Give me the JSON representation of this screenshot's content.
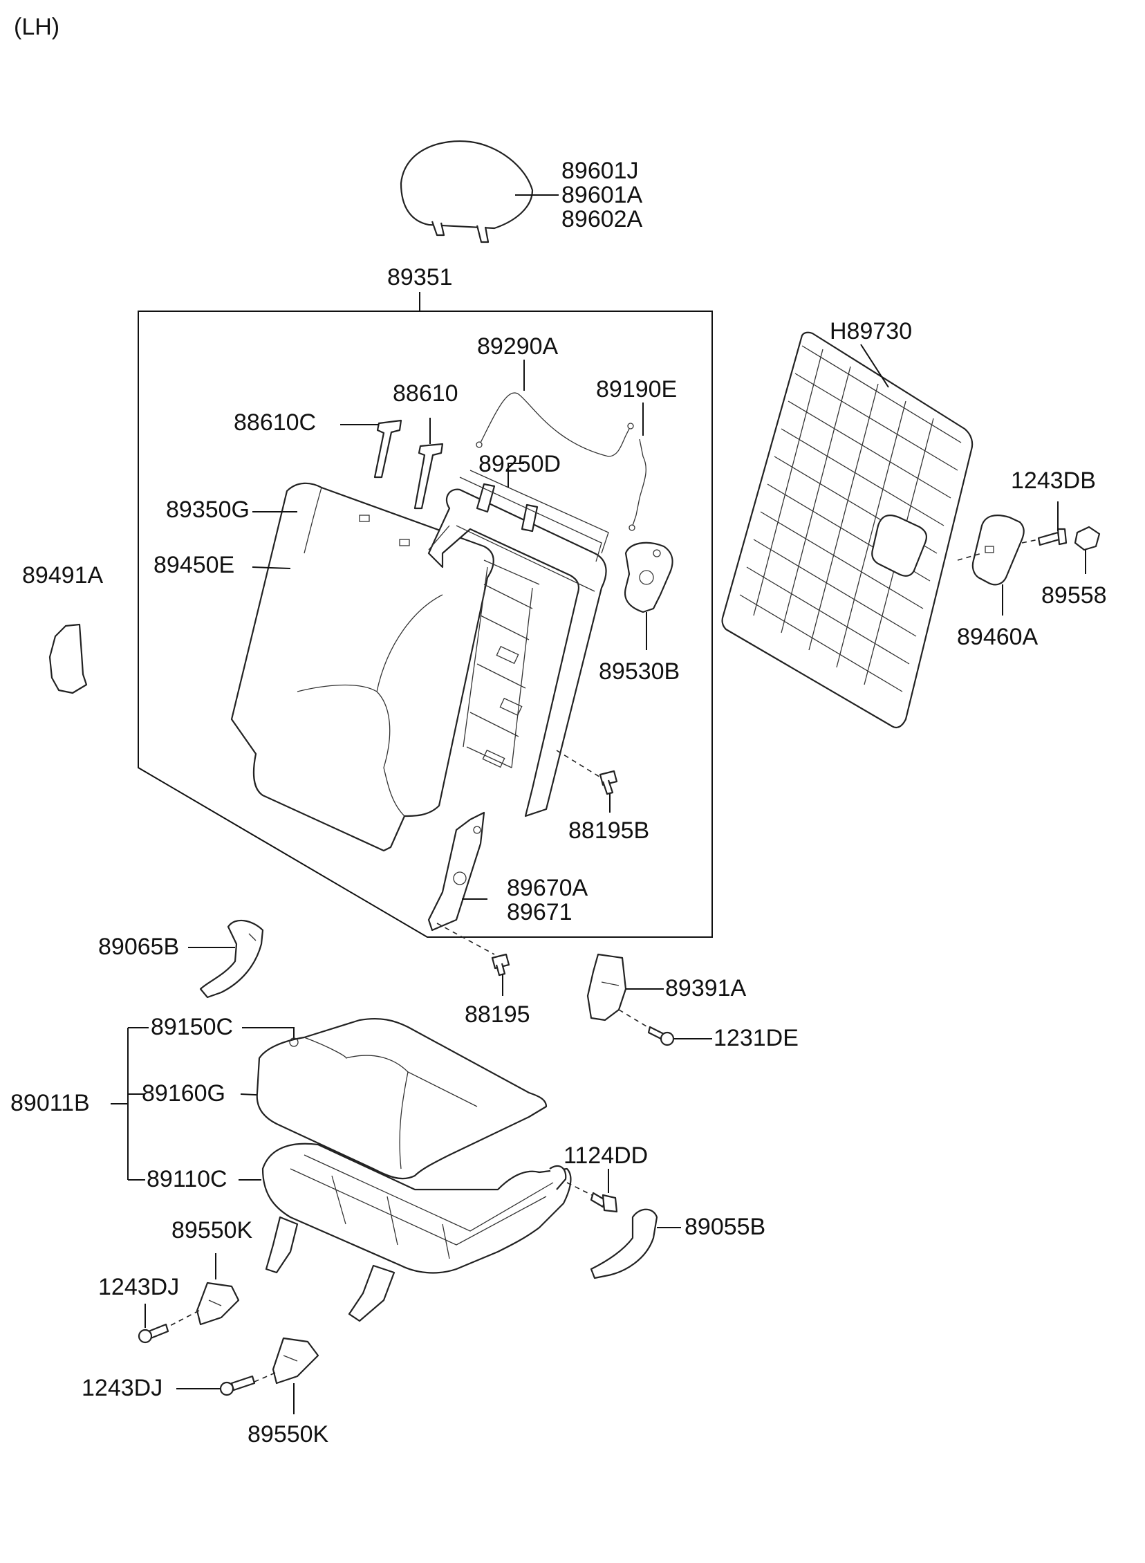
{
  "side_label": "(LH)",
  "labels": {
    "headrest_1": "89601J",
    "headrest_2": "89601A",
    "headrest_3": "89602A",
    "back_assy": "89351",
    "cable": "89290A",
    "guide": "88610",
    "guide_c": "88610C",
    "striker": "89190E",
    "frame": "89250D",
    "pad": "89350G",
    "cover": "89450E",
    "side_cover": "89491A",
    "back_board": "H89730",
    "screw_1243db": "1243DB",
    "cap": "89558",
    "handle": "89460A",
    "recliner": "89530B",
    "bolt_b": "88195B",
    "hinge_1": "89670A",
    "hinge_2": "89671",
    "cover_065": "89065B",
    "bolt": "88195",
    "cover_391": "89391A",
    "screw_1231": "1231DE",
    "cushion_assy": "89011B",
    "cushion_pad": "89150C",
    "cushion_cover": "89160G",
    "cushion_frame": "89110C",
    "bolt_1124": "1124DD",
    "cover_055": "89055B",
    "bracket_top": "89550K",
    "screw_top": "1243DJ",
    "screw_bottom": "1243DJ",
    "bracket_bottom": "89550K"
  }
}
